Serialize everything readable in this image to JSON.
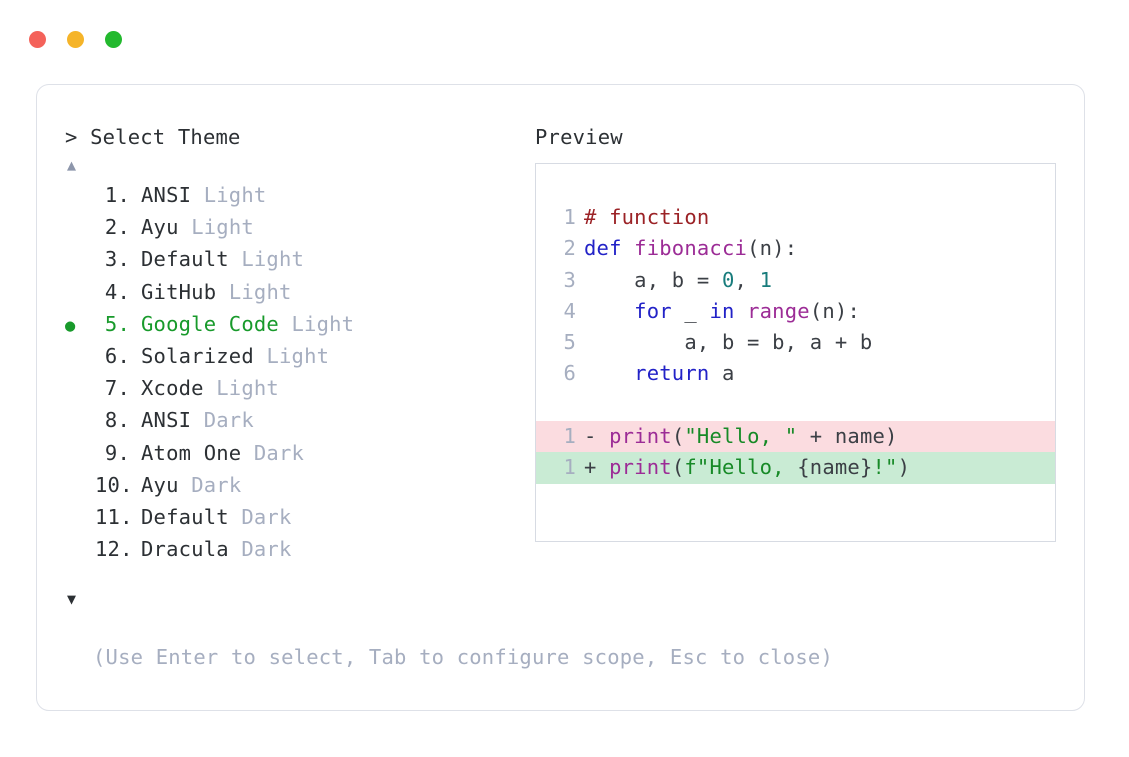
{
  "window": {
    "traffic_lights": [
      {
        "name": "close-button",
        "color": "#F4625A"
      },
      {
        "name": "minimize-button",
        "color": "#F5B429"
      },
      {
        "name": "maximize-button",
        "color": "#23B92E"
      }
    ]
  },
  "prompt": {
    "caret": ">",
    "title": "Select Theme"
  },
  "scroll": {
    "up_glyph": "▲",
    "down_glyph": "▼"
  },
  "themes": {
    "selected_index": 5,
    "bullet_glyph": "●",
    "items": [
      {
        "number": "1.",
        "name": "ANSI",
        "variant": "Light",
        "selected": false
      },
      {
        "number": "2.",
        "name": "Ayu",
        "variant": "Light",
        "selected": false
      },
      {
        "number": "3.",
        "name": "Default",
        "variant": "Light",
        "selected": false
      },
      {
        "number": "4.",
        "name": "GitHub",
        "variant": "Light",
        "selected": false
      },
      {
        "number": "5.",
        "name": "Google Code",
        "variant": "Light",
        "selected": true
      },
      {
        "number": "6.",
        "name": "Solarized",
        "variant": "Light",
        "selected": false
      },
      {
        "number": "7.",
        "name": "Xcode",
        "variant": "Light",
        "selected": false
      },
      {
        "number": "8.",
        "name": "ANSI",
        "variant": "Dark",
        "selected": false
      },
      {
        "number": "9.",
        "name": "Atom One",
        "variant": "Dark",
        "selected": false
      },
      {
        "number": "10.",
        "name": "Ayu",
        "variant": "Dark",
        "selected": false
      },
      {
        "number": "11.",
        "name": "Default",
        "variant": "Dark",
        "selected": false
      },
      {
        "number": "12.",
        "name": "Dracula",
        "variant": "Dark",
        "selected": false
      }
    ]
  },
  "preview": {
    "label": "Preview",
    "code_lines": [
      {
        "ln": "1",
        "tokens": [
          {
            "t": "# function",
            "c": "comment"
          }
        ]
      },
      {
        "ln": "2",
        "tokens": [
          {
            "t": "def ",
            "c": "keyword"
          },
          {
            "t": "fibonacci",
            "c": "fn"
          },
          {
            "t": "(n):",
            "c": "plain"
          }
        ]
      },
      {
        "ln": "3",
        "tokens": [
          {
            "t": "    a, b = ",
            "c": "plain"
          },
          {
            "t": "0",
            "c": "number"
          },
          {
            "t": ", ",
            "c": "plain"
          },
          {
            "t": "1",
            "c": "number"
          }
        ]
      },
      {
        "ln": "4",
        "tokens": [
          {
            "t": "    ",
            "c": "plain"
          },
          {
            "t": "for",
            "c": "keyword"
          },
          {
            "t": " _ ",
            "c": "plain"
          },
          {
            "t": "in",
            "c": "keyword"
          },
          {
            "t": " ",
            "c": "plain"
          },
          {
            "t": "range",
            "c": "fn"
          },
          {
            "t": "(n):",
            "c": "plain"
          }
        ]
      },
      {
        "ln": "5",
        "tokens": [
          {
            "t": "        a, b = b, a + b",
            "c": "plain"
          }
        ]
      },
      {
        "ln": "6",
        "tokens": [
          {
            "t": "    ",
            "c": "plain"
          },
          {
            "t": "return",
            "c": "keyword"
          },
          {
            "t": " a",
            "c": "plain"
          }
        ]
      }
    ],
    "diff_lines": [
      {
        "ln": "1",
        "mark": "-",
        "kind": "del",
        "tokens": [
          {
            "t": "print",
            "c": "fn"
          },
          {
            "t": "(",
            "c": "plain"
          },
          {
            "t": "\"Hello, \"",
            "c": "string"
          },
          {
            "t": " + name)",
            "c": "plain"
          }
        ]
      },
      {
        "ln": "1",
        "mark": "+",
        "kind": "add",
        "tokens": [
          {
            "t": "print",
            "c": "fn"
          },
          {
            "t": "(",
            "c": "plain"
          },
          {
            "t": "f\"Hello, ",
            "c": "string"
          },
          {
            "t": "{name}",
            "c": "plain"
          },
          {
            "t": "!\"",
            "c": "string"
          },
          {
            "t": ")",
            "c": "plain"
          }
        ]
      }
    ]
  },
  "hint": "(Use Enter to select, Tab to configure scope, Esc to close)",
  "colors": {
    "accent_green": "#189A2B",
    "muted": "#A6AEC0",
    "text": "#2C3034",
    "border": "#DEE1E8",
    "preview_border": "#D7DBE3",
    "diff_del_bg": "#FBDCE0",
    "diff_add_bg": "#C9EBD4"
  }
}
